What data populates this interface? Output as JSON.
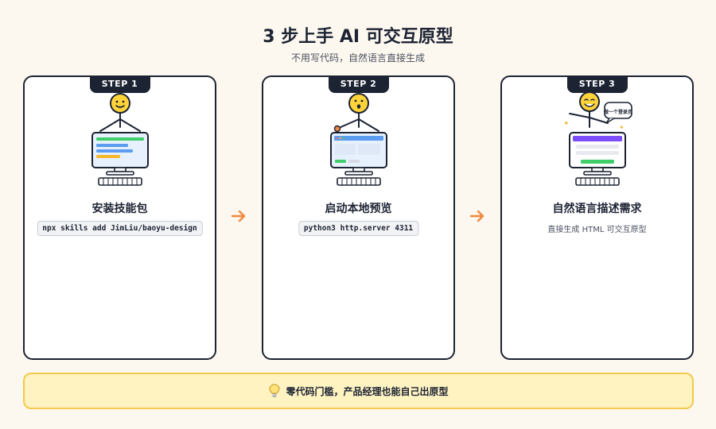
{
  "title": "3 步上手 AI 可交互原型",
  "subtitle": "不用写代码，自然语言直接生成",
  "steps": [
    {
      "tab": "STEP 1",
      "title": "安装技能包",
      "code": "npx skills add JimLiu/baoyu-design"
    },
    {
      "tab": "STEP 2",
      "title": "启动本地预览",
      "code": "python3 http.server 4311"
    },
    {
      "tab": "STEP 3",
      "title": "自然语言描述需求",
      "desc": "直接生成 HTML 可交互原型",
      "bubble": "做一个登录页"
    }
  ],
  "banner": {
    "text": "零代码门槛，产品经理也能自己出原型",
    "icon": "lightbulb-icon"
  },
  "colors": {
    "dark": "#1c2333",
    "face": "#ffd43b",
    "accent_orange": "#f0883e",
    "green": "#3ecf6a",
    "blue": "#5b9cf0",
    "yellow": "#f5b82e",
    "purple": "#7c4dff",
    "banner_bg": "#fff3c2",
    "banner_border": "#f2c94c"
  }
}
